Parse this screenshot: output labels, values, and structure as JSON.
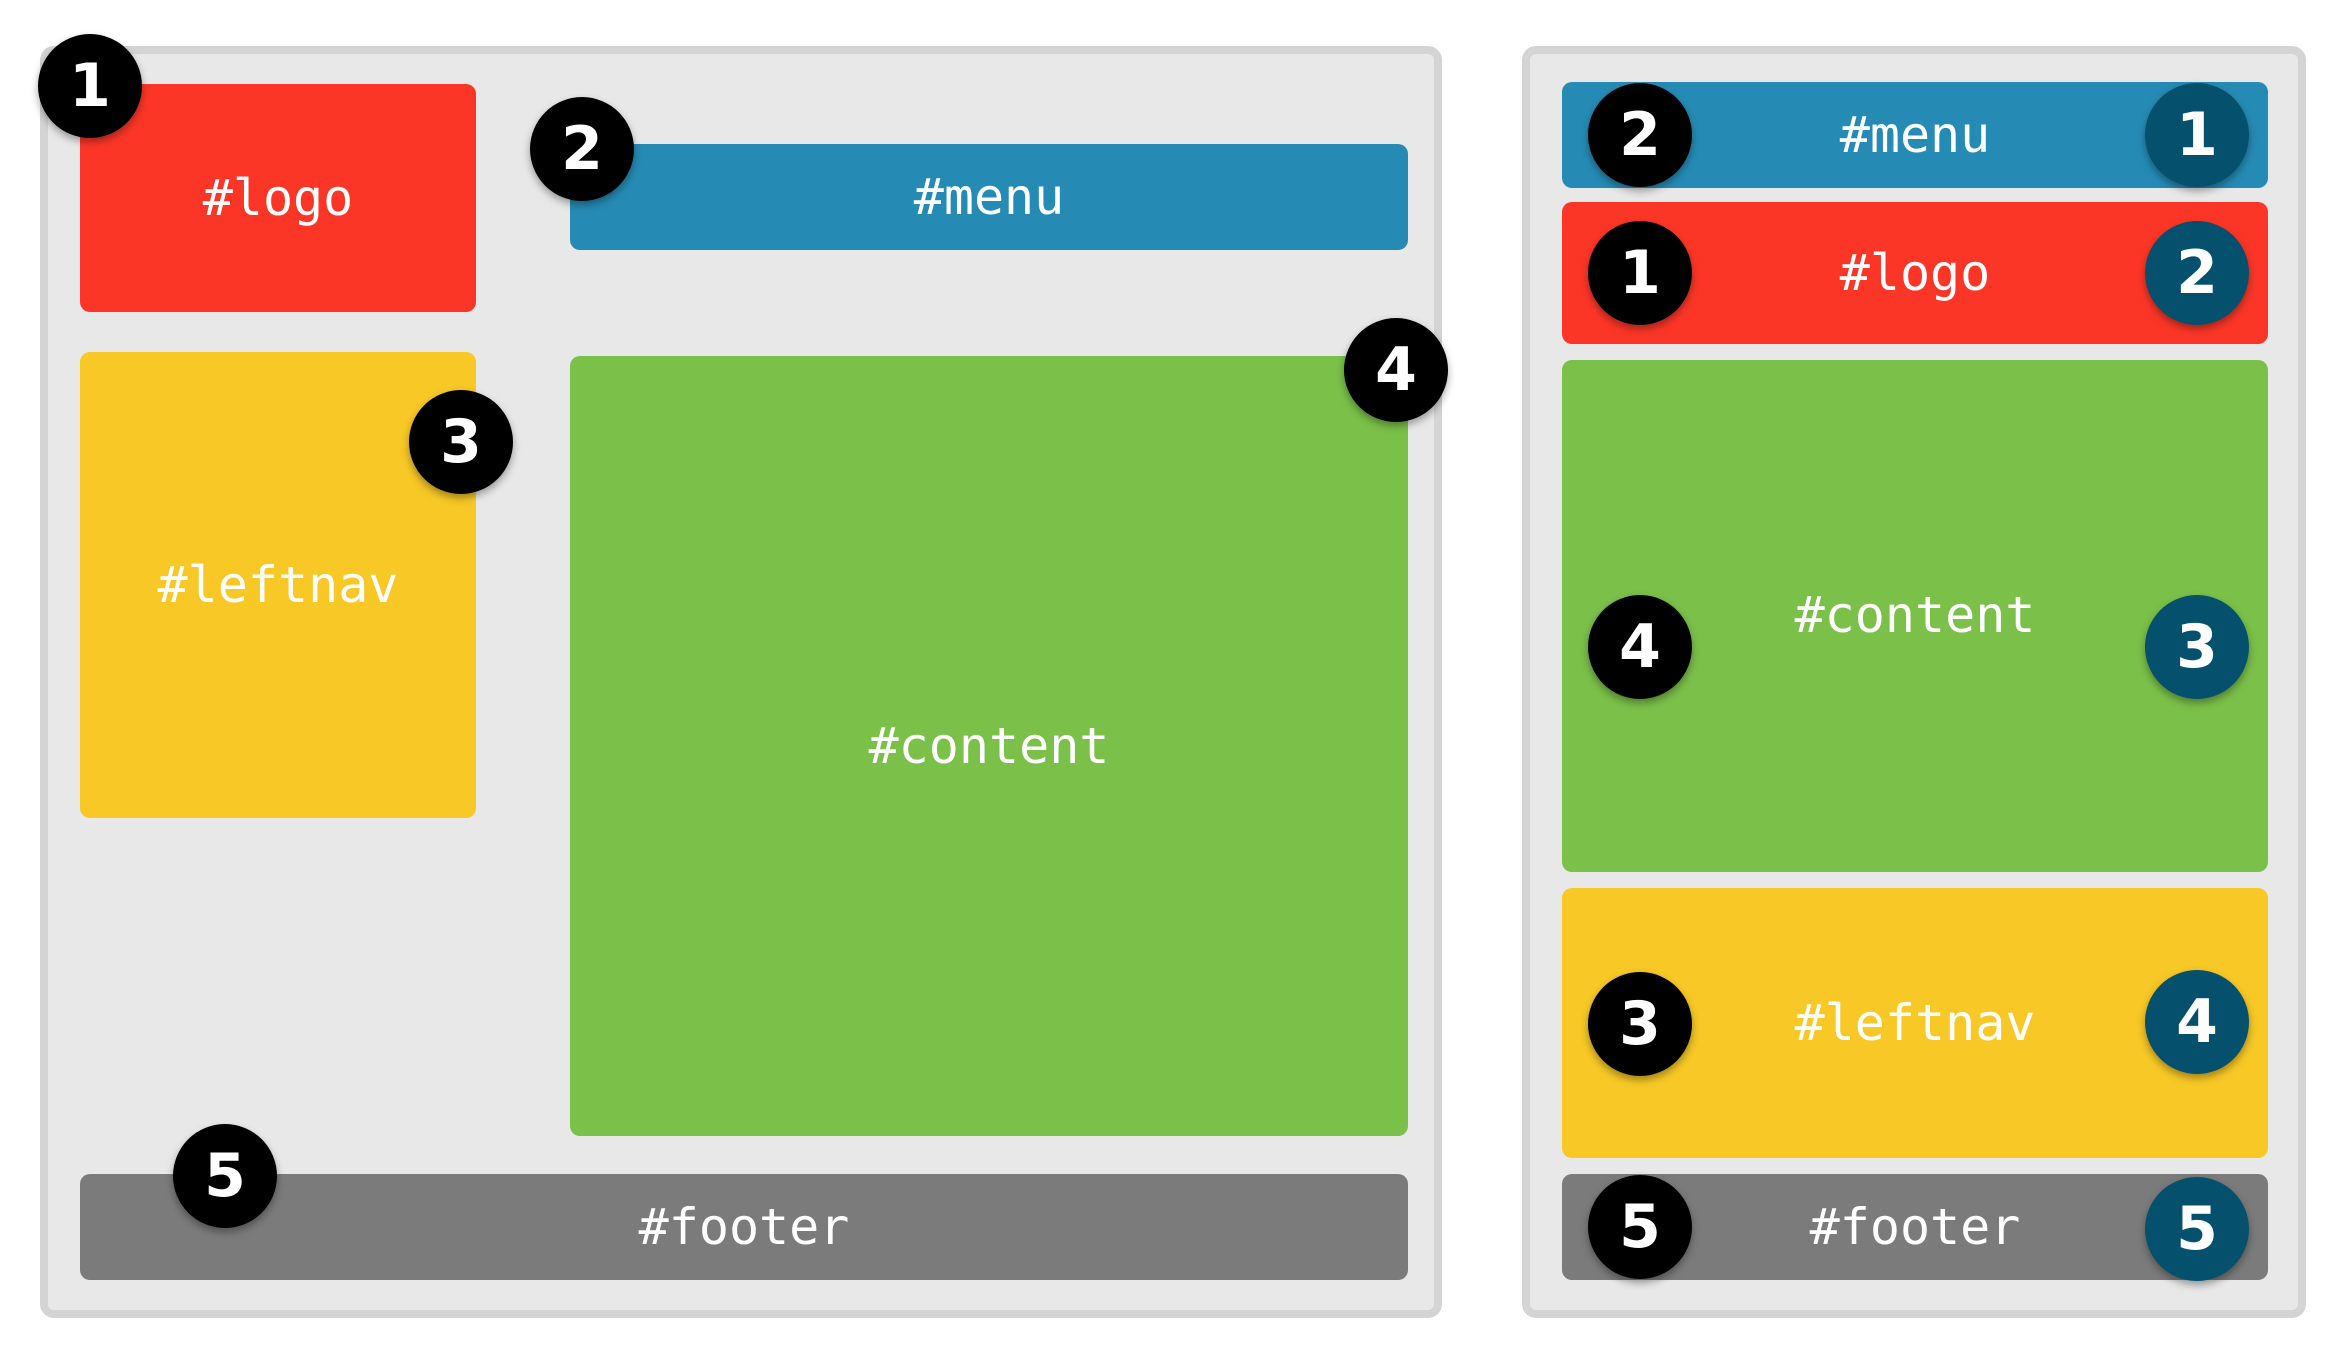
{
  "colors": {
    "logo": "#fc3627",
    "menu": "#258bb5",
    "leftnav": "#f7c826",
    "content": "#7bc049",
    "footer": "#7b7b7b",
    "panel_bg": "#e8e8e8",
    "panel_border": "#d4d4d4",
    "badge_source": "#000000",
    "badge_order": "#04506d"
  },
  "desktop": {
    "logo": {
      "label": "#logo",
      "badge": "1"
    },
    "menu": {
      "label": "#menu",
      "badge": "2"
    },
    "leftnav": {
      "label": "#leftnav",
      "badge": "3"
    },
    "content": {
      "label": "#content",
      "badge": "4"
    },
    "footer": {
      "label": "#footer",
      "badge": "5"
    }
  },
  "mobile": {
    "menu": {
      "label": "#menu",
      "source_badge": "2",
      "order_badge": "1"
    },
    "logo": {
      "label": "#logo",
      "source_badge": "1",
      "order_badge": "2"
    },
    "content": {
      "label": "#content",
      "source_badge": "4",
      "order_badge": "3"
    },
    "leftnav": {
      "label": "#leftnav",
      "source_badge": "3",
      "order_badge": "4"
    },
    "footer": {
      "label": "#footer",
      "source_badge": "5",
      "order_badge": "5"
    }
  }
}
